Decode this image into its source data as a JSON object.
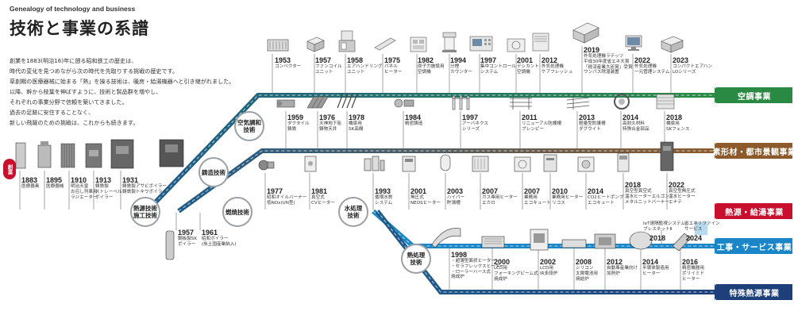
{
  "header": {
    "eyebrow": "Genealogy of technology and business",
    "title": "技術と事業の系譜",
    "intro": [
      "創業を1883(明治16)年に遡る昭和鉄工の歴史は、",
      "時代の変化を見つめながら次の時代を先取りする挑戦の歴史です。",
      "草創期の医療器械に始まる「熱」を操る技術は、暖房・給湯機器へと引き継がれました。",
      "以降、幹から枝葉を伸ばすように、技術と製品群を増やし、",
      "それぞれの事業分野で信頼を築いてきました。",
      "過去の足跡に安住することなく、",
      "新しい飛躍のための挑戦は、これからも続きます。"
    ]
  },
  "origin_badge": "創業",
  "businesses": [
    {
      "label": "空調事業",
      "color": "#2a8a43"
    },
    {
      "label": "素形材・都市景観事業",
      "color": "#8c5a2b"
    },
    {
      "label": "熱源・給湯事業",
      "color": "#c8102e"
    },
    {
      "label": "工事・サービス事業",
      "color": "#1a86c7"
    },
    {
      "label": "特殊熱源事業",
      "color": "#1d3f7a"
    }
  ],
  "nodes": {
    "heat": "熱源技術\n施工技術",
    "aircon": "空気調和\n技術",
    "casting": "鋳造技術",
    "combustion": "燃焼技術",
    "water": "水処理\n技術",
    "heattreat": "熱処理\n技術"
  },
  "milestones": {
    "aircon": [
      {
        "year": "1953",
        "label": "コンベクター",
        "icon": "convector-icon"
      },
      {
        "year": "1957",
        "label": "ファンコイル\nユニット",
        "icon": "fan-coil-unit-icon"
      },
      {
        "year": "1958",
        "label": "エアハンドリング\nユニット",
        "icon": "air-handling-unit-icon"
      },
      {
        "year": "1975",
        "label": "パネル\nヒーター",
        "icon": "panel-heater-icon"
      },
      {
        "year": "1982",
        "label": "原子力施設用\n空調機",
        "icon": "nuclear-aircon-icon"
      },
      {
        "year": "1994",
        "label": "分煙\nカウンター",
        "icon": "smoke-counter-icon"
      },
      {
        "year": "1997",
        "label": "集中コントロール\nシステム",
        "icon": "control-system-icon"
      },
      {
        "year": "2001",
        "label": "デシカント\n空調機",
        "icon": "desiccant-icon"
      },
      {
        "year": "2012",
        "label": "外気処理機\nケアフレッシュ",
        "icon": "care-fresh-icon"
      },
      {
        "year": "2019",
        "label": "外気処理機ラテッツ\n平成30年度省エネ大賞\n「経済産業大臣賞」受賞\nワンパス除湿装置",
        "icon": "latetz-icon"
      },
      {
        "year": "2022",
        "label": "外気処理機\n一元管理システム",
        "icon": "management-system-icon"
      },
      {
        "year": "2023",
        "label": "コンパクトエアハン\nLOシリーズ",
        "icon": "compact-ahu-icon"
      }
    ],
    "materials": [
      {
        "year": "1959",
        "label": "ダクタイル\n鋳鉄",
        "icon": "ductile-iron-icon"
      },
      {
        "year": "1976",
        "label": "天神地下街\n鋳物天井",
        "icon": "cast-ceiling-icon"
      },
      {
        "year": "1978",
        "label": "橋梁用\nSK高欄",
        "icon": "bridge-railing-icon"
      },
      {
        "year": "1984",
        "label": "精密鋳造",
        "icon": "precision-casting-icon"
      },
      {
        "year": "1997",
        "label": "アーバネクス\nシリーズ",
        "icon": "urbanex-icon"
      },
      {
        "year": "2011",
        "label": "リニューアル防護柵\nプレンピー",
        "icon": "guard-fence-icon"
      },
      {
        "year": "2013",
        "label": "軽量型防護柵\nダグウイト",
        "icon": "light-fence-icon"
      },
      {
        "year": "2014",
        "label": "高耐久材料\n特殊合金部品",
        "icon": "alloy-parts-icon"
      },
      {
        "year": "2018",
        "label": "橋梁用\nSKフェンス",
        "icon": "sk-fence-icon"
      }
    ],
    "heatsource_top": [
      {
        "year": "1977",
        "label": "昭和オイルバーナー\n低NOx(UN型)",
        "icon": "oil-burner-icon"
      },
      {
        "year": "1981",
        "label": "真空式\nCVヒーター",
        "icon": "cv-heater-icon"
      },
      {
        "year": "1993",
        "label": "循環水質\nシステム",
        "icon": "water-system-icon"
      },
      {
        "year": "2001",
        "label": "無圧式\nNEOSヒーター",
        "icon": "neos-heater-icon"
      },
      {
        "year": "2003",
        "label": "ハイパー\n貯湯槽",
        "icon": "storage-tank-icon"
      },
      {
        "year": "2007",
        "label": "ガス専用ヒーター\nエカロ",
        "icon": "gas-heater-icon"
      },
      {
        "year": "2007",
        "label": "業務用\nエコキュート",
        "icon": "eco-cute-icon"
      },
      {
        "year": "2010",
        "label": "業務用ヒーター\nリコス",
        "icon": "recos-heater-icon"
      },
      {
        "year": "2014",
        "label": "CO2ヒートポンプ\nエコキュート",
        "icon": "co2-heatpump-icon"
      },
      {
        "year": "2018",
        "label": "真空型真空式\n温水ヒーターエルゴン\nメタルニットバーナー",
        "icon": "ergon-heater-icon"
      },
      {
        "year": "2022",
        "label": "真空型無圧式\n温水ヒーター\nエナテ",
        "icon": "enate-heater-icon"
      }
    ],
    "heatsource_bottom": [
      {
        "year": "1883",
        "label": "医療器具"
      },
      {
        "year": "1895",
        "label": "医療器械"
      },
      {
        "year": "1910",
        "label": "明治天皇\nお召し列車用\nラジエーター"
      },
      {
        "year": "1913",
        "label": "鋳鉄製\nストレーベル\nボイラー"
      },
      {
        "year": "1931",
        "label": "鋳鉄製アサビボイラー\n鋳鉄製トキワボイラー"
      },
      {
        "year": "1957",
        "label": "鋼板製SK\nボイラー"
      },
      {
        "year": "1961",
        "label": "昭和ボイラー\n(炭土国産業納入)"
      }
    ],
    "service": [
      {
        "year": "2018",
        "label": "IoT遠隔監視システム\nプレスネットⅡ"
      },
      {
        "year": "2024",
        "label": "省エネリファイン\nサービス"
      }
    ],
    "special": [
      {
        "year": "1998",
        "label": "・超薄型面状ヒーター\n・セラフレックスヒーター\n・ローラーハース式\n焼成炉",
        "icon": "flex-heater-icon"
      },
      {
        "year": "2000",
        "label": "LCD用\nフォーキングビーム式\n焼成炉",
        "icon": "lcd-furnace-icon"
      },
      {
        "year": "2002",
        "label": "LCD用\nIR多段炉",
        "icon": "ir-furnace-icon"
      },
      {
        "year": "2008",
        "label": "シリコン\n太陽電池用\n焼結炉",
        "icon": "silicon-furnace-icon"
      },
      {
        "year": "2012",
        "label": "自動車産業向け\n加熱炉",
        "icon": "auto-furnace-icon"
      },
      {
        "year": "2014",
        "label": "半導体製造用\nヒーター",
        "icon": "semiconductor-heater-icon"
      },
      {
        "year": "2016",
        "label": "精密機器用\nポリイミド\nヒーター",
        "icon": "polyimide-heater-icon"
      }
    ]
  }
}
